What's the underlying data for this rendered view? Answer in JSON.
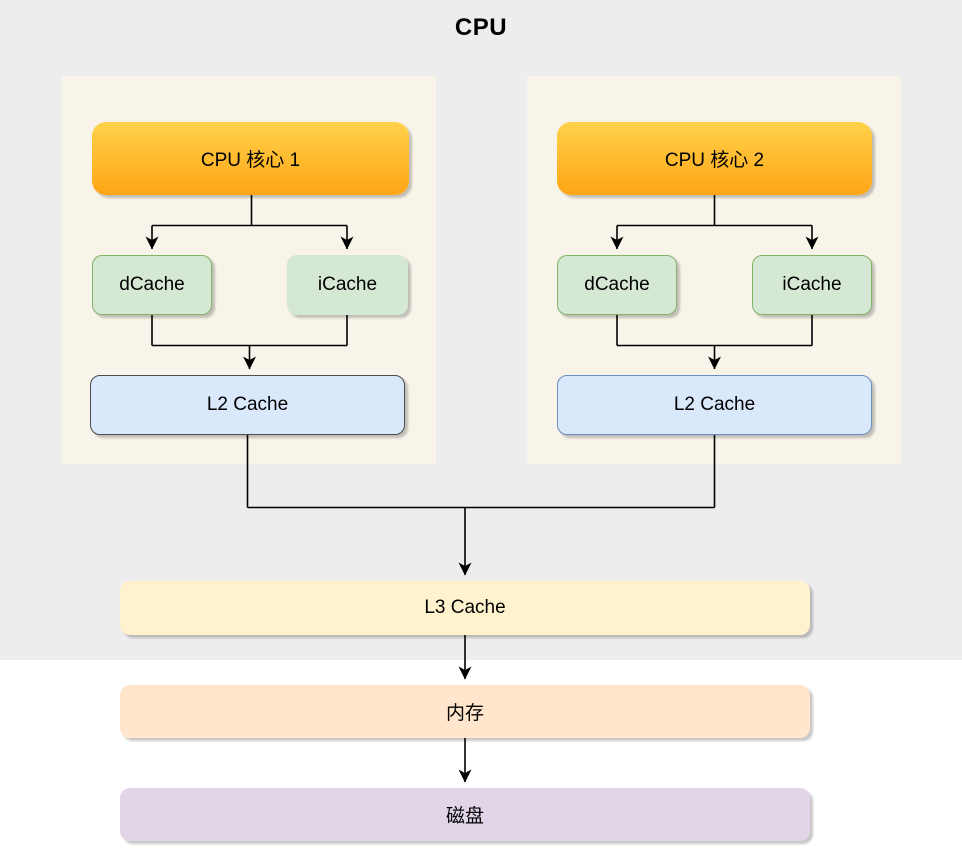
{
  "diagram": {
    "title": "CPU",
    "groups": [
      {
        "core": "CPU 核心 1",
        "dcache": "dCache",
        "icache": "iCache",
        "l2": "L2 Cache"
      },
      {
        "core": "CPU 核心 2",
        "dcache": "dCache",
        "icache": "iCache",
        "l2": "L2 Cache"
      }
    ],
    "l3_label": "L3 Cache",
    "memory_label": "内存",
    "disk_label": "磁盘",
    "colors": {
      "page_bg": "#ffffff",
      "container_bg": "#ededed",
      "group_bg": "#f8f4ea",
      "core_top": "#ffd24a",
      "core_bottom": "#ffa516",
      "cache_fill": "#d5e8d4",
      "cache_border": "#82b366",
      "l2_fill": "#dae8fc",
      "l2_border_dark": "#4d4d4d",
      "l2_border_blue": "#6c8ebf",
      "l3_fill": "#fff2cc",
      "memory_fill": "#ffe6cc",
      "disk_fill": "#e1d5e7",
      "connector": "#000000",
      "text": "#000000"
    }
  }
}
